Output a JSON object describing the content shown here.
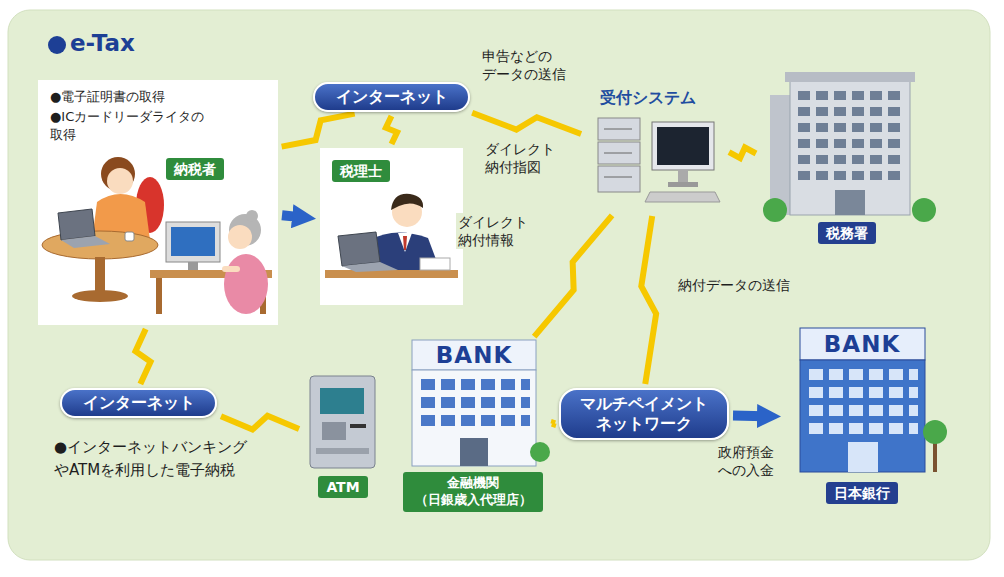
{
  "diagram": {
    "title": "e-Tax",
    "nodes": [
      {
        "text": [
          "●電子証明書の取得",
          "●ICカードリーダライタの 取得",
          "納税者"
        ]
      },
      {
        "text": [
          "インターネット"
        ]
      },
      {
        "text": [
          "税理士"
        ]
      },
      {
        "text": [
          "受付システム"
        ]
      },
      {
        "text": [
          "税務署"
        ]
      },
      {
        "text": [
          "インターネット"
        ]
      },
      {
        "text": [
          "ATM"
        ]
      },
      {
        "text": [
          "金融機関 （日銀歳入代理店）"
        ]
      },
      {
        "text": [
          "マルチペイメント ネットワーク"
        ]
      },
      {
        "text": [
          "日本銀行"
        ]
      }
    ],
    "edges": [
      {
        "from": 0,
        "to": 2,
        "arrow": "to"
      },
      {
        "from": 0,
        "to": 1,
        "arrow": "none"
      },
      {
        "from": 1,
        "to": 2,
        "arrow": "none"
      },
      {
        "from": 1,
        "to": 3,
        "arrow": "none",
        "label": "申告などの データの送信"
      },
      {
        "from": 3,
        "to": 4,
        "arrow": "none"
      },
      {
        "from": 3,
        "to": 7,
        "arrow": "none",
        "label": "ダイレクト 納付情報"
      },
      {
        "from": 7,
        "to": 8,
        "arrow": "none"
      },
      {
        "from": 8,
        "to": 3,
        "arrow": "none",
        "label": "納付データの送信"
      },
      {
        "from": 8,
        "to": 9,
        "arrow": "to",
        "label": "政府預金 への入金"
      },
      {
        "from": 0,
        "to": 5,
        "arrow": "none"
      },
      {
        "from": 5,
        "to": 6,
        "arrow": "none"
      }
    ],
    "labels": [
      "BANK",
      "BANK",
      "ダイレクト 納付指図",
      "●インターネットバンキング やATMを利用した電子納税"
    ]
  }
}
